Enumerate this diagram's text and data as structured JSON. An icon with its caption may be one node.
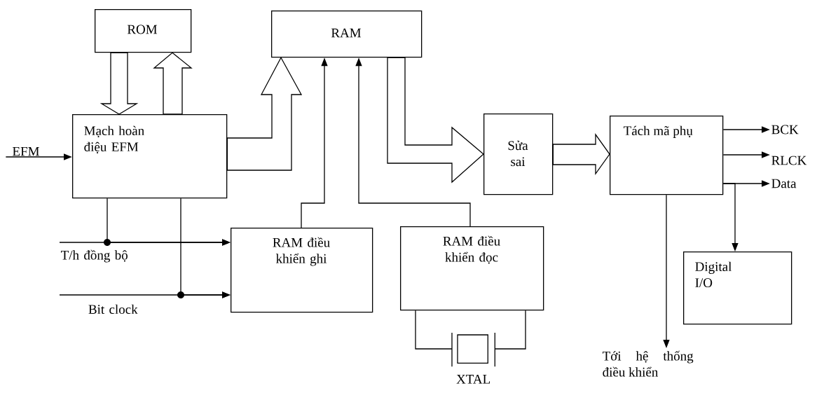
{
  "diagram": {
    "nodes": [
      {
        "text": [
          "ROM"
        ]
      },
      {
        "text": [
          "RAM"
        ]
      },
      {
        "text": [
          "Mạch hoàn điệu EFM"
        ]
      },
      {
        "text": [
          "Sửa sai"
        ]
      },
      {
        "text": [
          "Tách mã phụ"
        ]
      },
      {
        "text": [
          "RAM điều khiển ghi"
        ]
      },
      {
        "text": [
          "RAM điều khiển đọc"
        ]
      },
      {
        "text": [
          "Digital I/O"
        ]
      },
      {
        "text": [],
        "shape": "picture",
        "beside": [
          "XTAL"
        ]
      },
      {
        "text": [
          "EFM"
        ]
      },
      {
        "text": [
          "T/h đồng bộ"
        ]
      },
      {
        "text": [
          "Bit clock"
        ]
      },
      {
        "text": [
          "BCK"
        ]
      },
      {
        "text": [
          "RLCK"
        ]
      },
      {
        "text": [
          "Data"
        ]
      },
      {
        "text": [
          "Tới hệ thống điều khiển"
        ]
      }
    ],
    "edges": [
      {
        "from": 0,
        "to": 2,
        "arrow": "to",
        "style": "thick"
      },
      {
        "from": 2,
        "to": 0,
        "arrow": "to",
        "style": "thick"
      },
      {
        "from": 2,
        "to": 1,
        "arrow": "to",
        "style": "thick"
      },
      {
        "from": 1,
        "to": 3,
        "arrow": "to",
        "style": "thick"
      },
      {
        "from": 3,
        "to": 4,
        "arrow": "to",
        "style": "thick"
      },
      {
        "from": 9,
        "to": 2,
        "arrow": "to"
      },
      {
        "from": 10,
        "to": 5,
        "arrow": "to"
      },
      {
        "from": 2,
        "to": 5,
        "arrow": "to"
      },
      {
        "from": 11,
        "to": 5,
        "arrow": "to"
      },
      {
        "from": 2,
        "to": 5,
        "arrow": "to"
      },
      {
        "from": 5,
        "to": 1,
        "arrow": "to"
      },
      {
        "from": 6,
        "to": 1,
        "arrow": "to"
      },
      {
        "from": 6,
        "to": 8,
        "arrow": "none"
      },
      {
        "from": 8,
        "to": 6,
        "arrow": "none"
      },
      {
        "from": 4,
        "to": 12,
        "arrow": "to"
      },
      {
        "from": 4,
        "to": 13,
        "arrow": "to"
      },
      {
        "from": 4,
        "to": 14,
        "arrow": "to"
      },
      {
        "from": 4,
        "to": 7,
        "arrow": "to"
      },
      {
        "from": 4,
        "to": 15,
        "arrow": "to"
      }
    ]
  }
}
